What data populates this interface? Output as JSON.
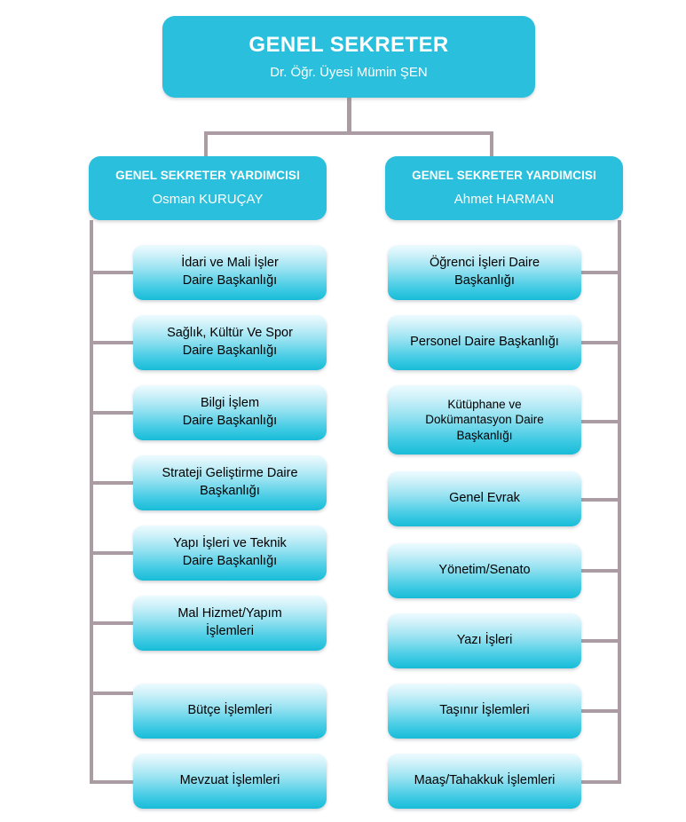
{
  "chart_data": {
    "type": "diagram",
    "title": "Genel Sekreterlik Organizasyon Şeması",
    "orientation": "top-down",
    "colors": {
      "node_solid": "#2abfdc",
      "node_gradient_top": "#ecfbff",
      "node_gradient_bottom": "#17bcd8",
      "connector": "#ab9ba2",
      "solid_text": "#ffffff",
      "gradient_text": "#000000",
      "background": "#ffffff"
    }
  },
  "root": {
    "title": "GENEL SEKRETER",
    "subtitle": "Dr. Öğr. Üyesi Mümin ŞEN"
  },
  "deputies": [
    {
      "title": "GENEL SEKRETER YARDIMCISI",
      "subtitle": "Osman KURUÇAY",
      "units": [
        {
          "lines": [
            "İdari ve Mali İşler",
            "Daire Başkanlığı"
          ]
        },
        {
          "lines": [
            "Sağlık, Kültür Ve Spor",
            "Daire Başkanlığı"
          ]
        },
        {
          "lines": [
            "Bilgi İşlem",
            "Daire Başkanlığı"
          ]
        },
        {
          "lines": [
            "Strateji Geliştirme Daire",
            "Başkanlığı"
          ]
        },
        {
          "lines": [
            "Yapı İşleri ve Teknik",
            "Daire Başkanlığı"
          ]
        },
        {
          "lines": [
            "Mal Hizmet/Yapım",
            "İşlemleri"
          ]
        },
        {
          "lines": [
            "Bütçe İşlemleri"
          ]
        },
        {
          "lines": [
            "Mevzuat İşlemleri"
          ]
        }
      ]
    },
    {
      "title": "GENEL SEKRETER YARDIMCISI",
      "subtitle": "Ahmet HARMAN",
      "units": [
        {
          "lines": [
            "Öğrenci İşleri Daire",
            "Başkanlığı"
          ]
        },
        {
          "lines": [
            "Personel Daire Başkanlığı"
          ]
        },
        {
          "lines": [
            "Kütüphane ve",
            "Dokümantasyon Daire",
            "Başkanlığı"
          ],
          "size": "small"
        },
        {
          "lines": [
            "Genel Evrak"
          ]
        },
        {
          "lines": [
            "Yönetim/Senato"
          ]
        },
        {
          "lines": [
            "Yazı İşleri"
          ]
        },
        {
          "lines": [
            "Taşınır İşlemleri"
          ]
        },
        {
          "lines": [
            "Maaş/Tahakkuk İşlemleri"
          ]
        }
      ]
    }
  ]
}
